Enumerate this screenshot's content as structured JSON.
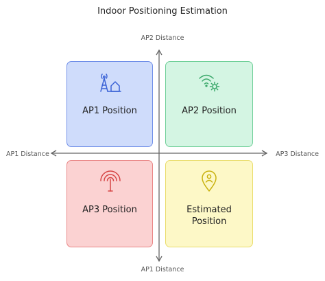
{
  "title": "Indoor Positioning Estimation",
  "axes": {
    "top": "AP2 Distance",
    "bottom": "AP1 Distance",
    "left": "AP1 Distance",
    "right": "AP3 Distance"
  },
  "quadrants": {
    "top_left": {
      "label": "AP1 Position",
      "icon": "antenna-house-icon",
      "fill": "#cfdcfb",
      "stroke": "#6f8ee8"
    },
    "top_right": {
      "label": "AP2 Position",
      "icon": "wifi-gear-icon",
      "fill": "#d4f5e3",
      "stroke": "#6fcf98"
    },
    "bottom_left": {
      "label": "AP3 Position",
      "icon": "signal-tower-icon",
      "fill": "#fbd2d2",
      "stroke": "#e98585"
    },
    "bottom_right": {
      "label_line1": "Estimated",
      "label_line2": "Position",
      "icon": "location-pin-icon",
      "fill": "#fdf8c7",
      "stroke": "#e9dc6a"
    }
  }
}
